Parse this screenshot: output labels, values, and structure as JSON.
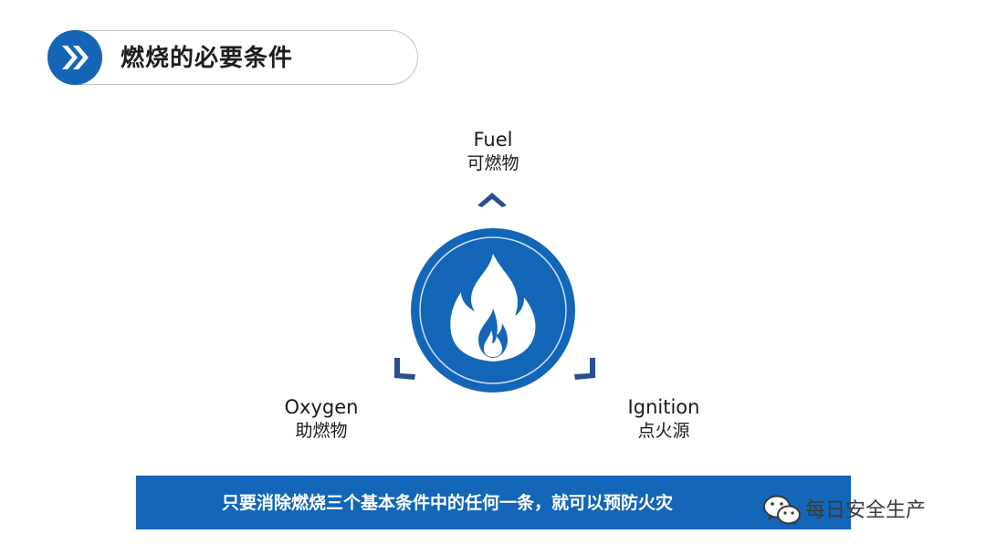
{
  "header": {
    "title": "燃烧的必要条件",
    "badge_icon": "double-chevron-right-icon"
  },
  "triangle": {
    "fuel": {
      "en": "Fuel",
      "zh": "可燃物"
    },
    "oxygen": {
      "en": "Oxygen",
      "zh": "助燃物"
    },
    "ignition": {
      "en": "Ignition",
      "zh": "点火源"
    },
    "center_icon": "flame-icon"
  },
  "banner": {
    "text": "只要消除燃烧三个基本条件中的任何一条，就可以预防火灾"
  },
  "watermark": {
    "icon": "wechat-icon",
    "text": "每日安全生产"
  },
  "colors": {
    "primary_blue": "#1366b8",
    "chevron_blue": "#2a4f8f",
    "text_dark": "#1a1a1a"
  }
}
